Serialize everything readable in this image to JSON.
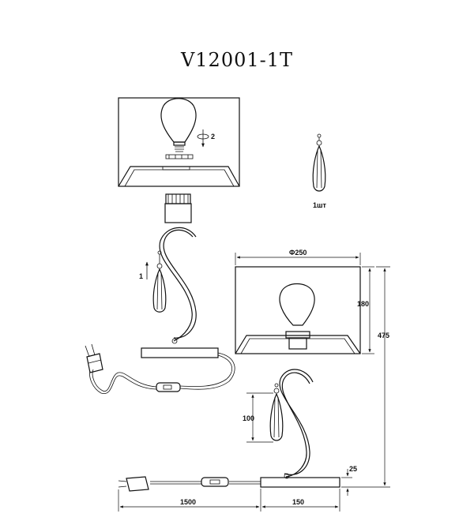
{
  "title": "V12001-1T",
  "labels": {
    "step_rotate": "2",
    "step_hang": "1",
    "pendant_qty": "1шт",
    "diameter": "Φ250",
    "shade_height": "180",
    "total_height": "475",
    "pendant_len": "100",
    "base_height": "25",
    "cord_len": "1500",
    "base_width": "150"
  }
}
